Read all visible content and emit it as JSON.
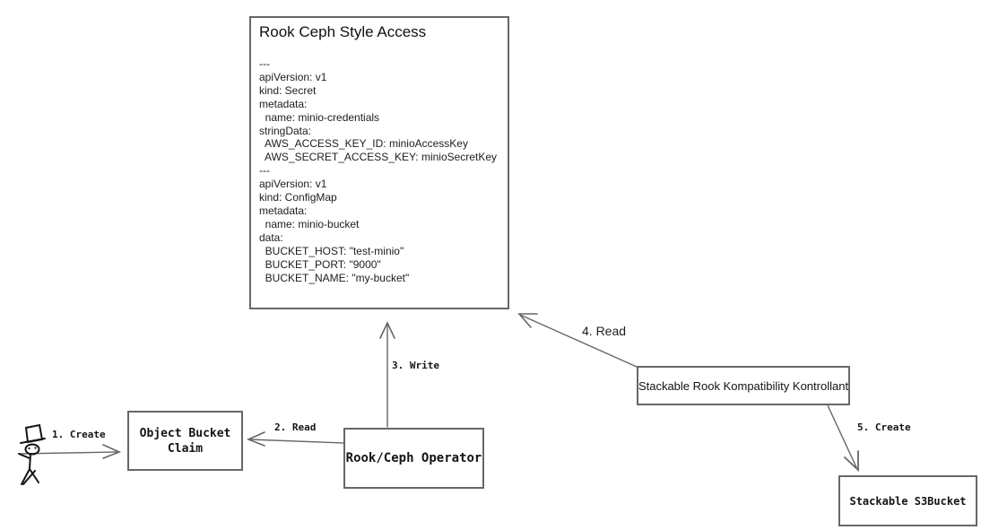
{
  "diagram": {
    "main_box": {
      "title": "Rook Ceph Style Access",
      "yaml": "---\napiVersion: v1\nkind: Secret\nmetadata:\n  name: minio-credentials\nstringData:\n  AWS_ACCESS_KEY_ID: minioAccessKey\n  AWS_SECRET_ACCESS_KEY: minioSecretKey\n---\napiVersion: v1\nkind: ConfigMap\nmetadata:\n  name: minio-bucket\ndata:\n  BUCKET_HOST: \"test-minio\"\n  BUCKET_PORT: \"9000\"\n  BUCKET_NAME: \"my-bucket\""
    },
    "nodes": {
      "object_bucket_claim": {
        "label": "Object Bucket Claim"
      },
      "rook_ceph_operator": {
        "label": "Rook/Ceph Operator"
      },
      "stackable_kontrollant": {
        "label": "Stackable Rook Kompatibility Kontrollant"
      },
      "stackable_s3bucket": {
        "label": "Stackable S3Bucket"
      }
    },
    "edges": {
      "step1": {
        "label": "1. Create",
        "from": "user-actor",
        "to": "object_bucket_claim"
      },
      "step2": {
        "label": "2. Read",
        "from": "rook_ceph_operator",
        "to": "object_bucket_claim"
      },
      "step3": {
        "label": "3. Write",
        "from": "rook_ceph_operator",
        "to": "main_box"
      },
      "step4": {
        "label": "4. Read",
        "from": "stackable_kontrollant",
        "to": "main_box"
      },
      "step5": {
        "label": "5. Create",
        "from": "stackable_kontrollant",
        "to": "stackable_s3bucket"
      }
    },
    "icons": {
      "actor": "stick-figure-with-top-hat"
    },
    "colors": {
      "background": "#ffffff",
      "border": "#676767",
      "line": "#666666",
      "text": "#141414"
    }
  }
}
